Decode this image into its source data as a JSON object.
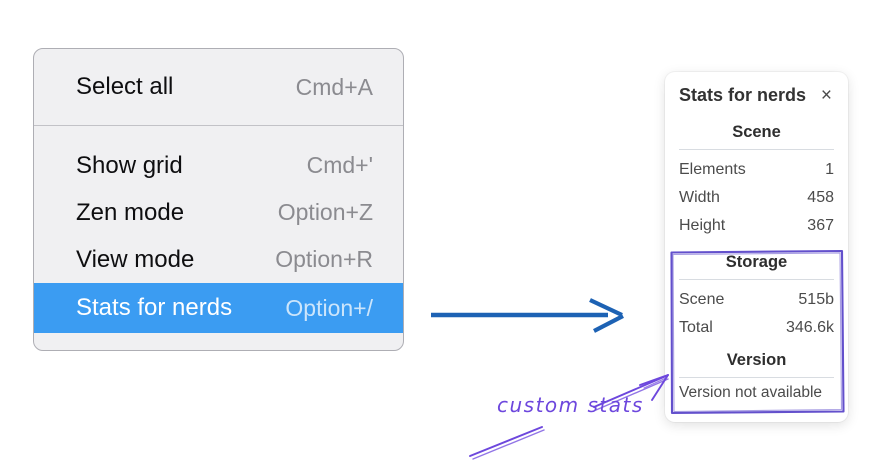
{
  "context_menu": {
    "items": [
      {
        "label": "Select all",
        "shortcut": "Cmd+A"
      },
      {
        "label": "Show grid",
        "shortcut": "Cmd+'"
      },
      {
        "label": "Zen mode",
        "shortcut": "Option+Z"
      },
      {
        "label": "View mode",
        "shortcut": "Option+R"
      },
      {
        "label": "Stats for nerds",
        "shortcut": "Option+/"
      }
    ],
    "selected_item": "Stats for nerds",
    "highlight_color": "#3b9cf2"
  },
  "stats_panel": {
    "title": "Stats for nerds",
    "close_icon": "×",
    "sections": [
      {
        "header": "Scene",
        "rows": [
          {
            "label": "Elements",
            "value": "1"
          },
          {
            "label": "Width",
            "value": "458"
          },
          {
            "label": "Height",
            "value": "367"
          }
        ]
      },
      {
        "header": "Storage",
        "rows": [
          {
            "label": "Scene",
            "value": "515b"
          },
          {
            "label": "Total",
            "value": "346.6k"
          }
        ]
      },
      {
        "header": "Version",
        "rows": [],
        "note": "Version not available"
      }
    ]
  },
  "annotation": {
    "text": "custom stats",
    "color": "#6d47dd",
    "box_color": "#6350cc"
  },
  "pointer_arrow": {
    "color": "#1d62b4"
  }
}
